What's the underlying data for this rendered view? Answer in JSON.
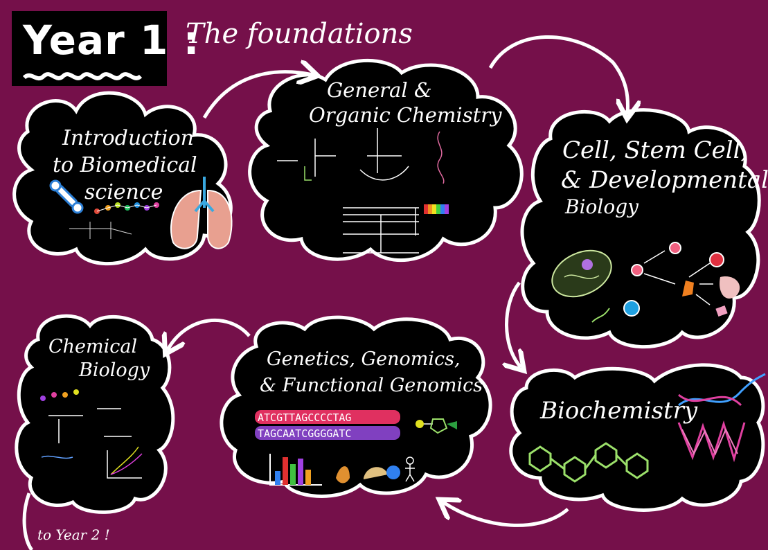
{
  "page": {
    "background": "#75104a",
    "title_year": "Year 1 :",
    "subtitle": "The foundations"
  },
  "nodes": {
    "intro": {
      "line1": "Introduction",
      "line2": "to Biomedical",
      "line3": "science"
    },
    "chem": {
      "line1": "General &",
      "line2": "Organic Chemistry"
    },
    "cell": {
      "line1": "Cell, Stem Cell,",
      "line2": "& Developmental",
      "line3": "Biology"
    },
    "chembio": {
      "line1": "Chemical",
      "line2": "Biology"
    },
    "genetics": {
      "line1": "Genetics, Genomics,",
      "line2": "& Functional Genomics"
    },
    "biochem": {
      "line1": "Biochemistry"
    }
  },
  "footer_note": "to Year 2 !",
  "colors": {
    "cloud": "#000000",
    "outline": "#ffffff",
    "accent_green": "#9be06a",
    "accent_blue": "#39a8e0",
    "accent_red": "#e0304a"
  }
}
